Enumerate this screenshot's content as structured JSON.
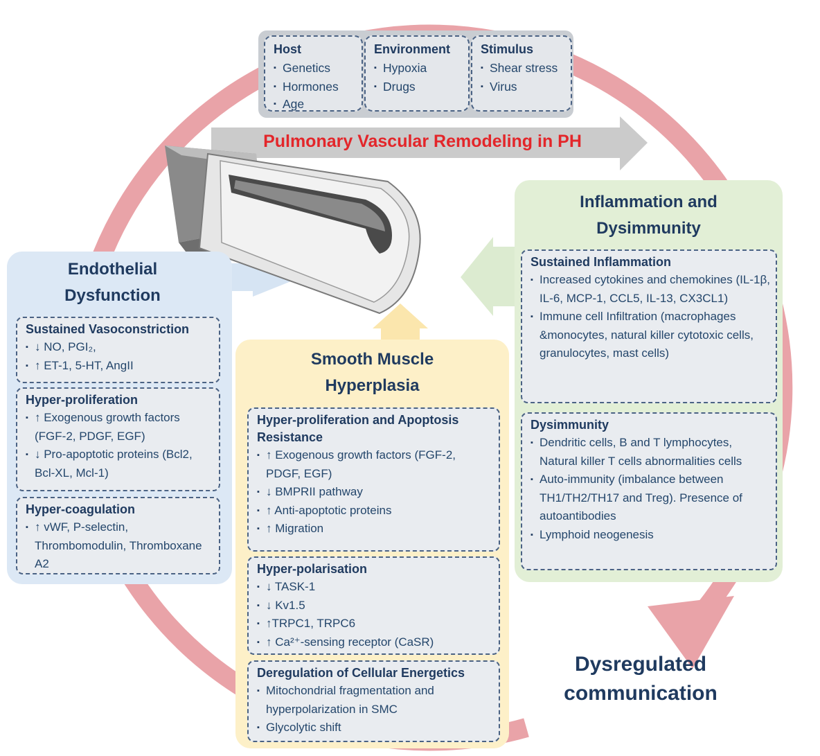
{
  "colors": {
    "ring": "#e9a3a8",
    "endothelial_bg": "#dce8f5",
    "smooth_bg": "#fdf0c8",
    "inflammation_bg": "#e2efd6",
    "title_blue": "#1f3a5f",
    "red_title": "#e3262a",
    "gray_arrow": "#c8c8c8"
  },
  "top": {
    "host": {
      "title": "Host",
      "items": [
        "Genetics",
        "Hormones",
        "Age"
      ]
    },
    "environment": {
      "title": "Environment",
      "items": [
        "Hypoxia",
        "Drugs"
      ]
    },
    "stimulus": {
      "title": "Stimulus",
      "items": [
        "Shear stress",
        "Virus"
      ]
    }
  },
  "main_arrow_label": "Pulmonary Vascular Remodeling in PH",
  "endothelial": {
    "title_line1": "Endothelial",
    "title_line2": "Dysfunction",
    "vasoconstriction": {
      "title": "Sustained Vasoconstriction",
      "items": [
        "↓ NO, PGI₂,",
        "↑ ET-1, 5-HT, AngII"
      ]
    },
    "hyperproliferation": {
      "title": "Hyper-proliferation",
      "items": [
        "↑ Exogenous growth factors (FGF-2, PDGF, EGF)",
        "↓ Pro-apoptotic proteins (Bcl2, Bcl-XL, Mcl-1)"
      ]
    },
    "hypercoagulation": {
      "title": "Hyper-coagulation",
      "items": [
        "↑ vWF, P-selectin, Thrombomodulin, Thromboxane A2"
      ]
    }
  },
  "smooth": {
    "title_line1": "Smooth Muscle",
    "title_line2": "Hyperplasia",
    "apoptosis": {
      "title": "Hyper-proliferation and Apoptosis Resistance",
      "items": [
        "↑ Exogenous growth factors (FGF-2, PDGF, EGF)",
        "↓ BMPRII pathway",
        "↑ Anti-apoptotic proteins",
        "↑ Migration"
      ]
    },
    "polarisation": {
      "title": "Hyper-polarisation",
      "items": [
        "↓ TASK-1",
        "↓ Kv1.5",
        "↑TRPC1, TRPC6",
        "↑ Ca²⁺-sensing receptor (CaSR)"
      ]
    },
    "energetics": {
      "title": "Deregulation of Cellular Energetics",
      "items": [
        "Mitochondrial fragmentation and hyperpolarization in SMC",
        "Glycolytic shift"
      ]
    }
  },
  "inflammation": {
    "title_line1": "Inflammation and",
    "title_line2": "Dysimmunity",
    "sustained": {
      "title": "Sustained Inflammation",
      "items": [
        "Increased cytokines and chemokines (IL-1β, IL-6, MCP-1, CCL5, IL-13, CX3CL1)",
        "Immune cell Infiltration (macrophages &monocytes, natural killer cytotoxic cells, granulocytes, mast cells)"
      ]
    },
    "dysimmunity": {
      "title": "Dysimmunity",
      "items": [
        "Dendritic cells, B and T lymphocytes, Natural killer T cells abnormalities cells",
        "Auto-immunity (imbalance between TH1/TH2/TH17 and Treg). Presence of autoantibodies",
        "Lymphoid neogenesis"
      ]
    }
  },
  "dysregulated_line1": "Dysregulated",
  "dysregulated_line2": "communication"
}
